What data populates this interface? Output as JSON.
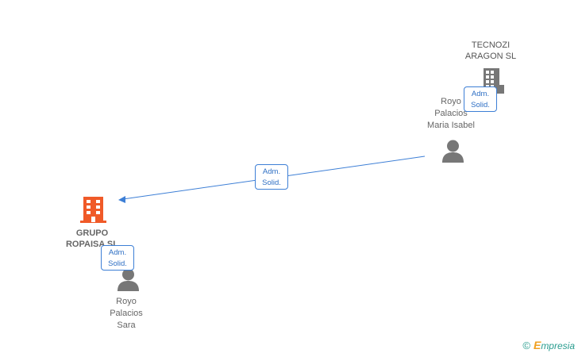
{
  "nodes": {
    "tecnozi": {
      "label": "TECNOZI\nARAGON SL"
    },
    "grupo": {
      "label": "GRUPO\nROPAISA SL"
    },
    "maria": {
      "label": "Royo\nPalacios\nMaria Isabel"
    },
    "sara": {
      "label": "Royo\nPalacios\nSara"
    }
  },
  "edges": {
    "maria_to_grupo": "Adm.\nSolid.",
    "maria_to_tecnozi": "Adm.\nSolid.",
    "sara_to_grupo": "Adm.\nSolid."
  },
  "colors": {
    "edge": "#3d7fd6",
    "company_main": "#f05a28",
    "company": "#777777",
    "person": "#777777",
    "brand": "#2a9d8f",
    "brand_accent": "#f0a020"
  },
  "footer": {
    "copyright": "©",
    "brand_initial": "E",
    "brand_rest": "mpresia"
  }
}
